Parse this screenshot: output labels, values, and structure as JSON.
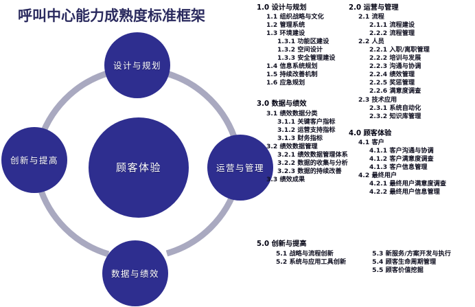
{
  "title": "呼叫中心能力成熟度标准框架",
  "colors": {
    "node_fill": "#2e2e8f",
    "ring": "#a9a9c0",
    "title_text": "#2a2a5e",
    "body_text": "#111122",
    "background": "#ffffff"
  },
  "diagram": {
    "center_node": {
      "label": "顾客体验"
    },
    "nodes": [
      {
        "id": "design",
        "label": "设计与规划"
      },
      {
        "id": "operations",
        "label": "运营与管理"
      },
      {
        "id": "data",
        "label": "数据与绩效"
      },
      {
        "id": "innovation",
        "label": "创新与提高"
      }
    ]
  },
  "outline": {
    "section1": {
      "heading": "1.0 设计与规划",
      "items": [
        {
          "level": 2,
          "text": "1.1 组织战略与文化"
        },
        {
          "level": 2,
          "text": "1.2 管理系统"
        },
        {
          "level": 2,
          "text": "1.3 环境建设"
        },
        {
          "level": 3,
          "text": "1.3.1 功能区建设"
        },
        {
          "level": 3,
          "text": "1.3.2 空间设计"
        },
        {
          "level": 3,
          "text": "1.3.3 安全管理建设"
        },
        {
          "level": 2,
          "text": "1.4 信息系统规划"
        },
        {
          "level": 2,
          "text": "1.5 持续改善机制"
        },
        {
          "level": 2,
          "text": "1.6 应急规划"
        }
      ]
    },
    "section3": {
      "heading": "3.0 数据与绩效",
      "items": [
        {
          "level": 2,
          "text": "3.1 绩效数据分类"
        },
        {
          "level": 3,
          "text": "3.1.1 关键客户指标"
        },
        {
          "level": 3,
          "text": "3.1.2 运营支持指标"
        },
        {
          "level": 3,
          "text": "3.1.3 财务指标"
        },
        {
          "level": 2,
          "text": "3.2 绩效数据管理"
        },
        {
          "level": 3,
          "text": "3.2.1 绩效数据管理体系"
        },
        {
          "level": 3,
          "text": "3.2.2 数据的收集与分析"
        },
        {
          "level": 3,
          "text": "3.2.3 数据的持续改善"
        },
        {
          "level": 2,
          "text": "3.3 绩效成果"
        }
      ]
    },
    "section2": {
      "heading": "2.0 运营与管理",
      "items": [
        {
          "level": 2,
          "text": "2.1 流程"
        },
        {
          "level": 3,
          "text": "2.1.1 流程建设"
        },
        {
          "level": 3,
          "text": "2.2.2 流程管理"
        },
        {
          "level": 2,
          "text": "2.2 人员"
        },
        {
          "level": 3,
          "text": "2.2.1 入职/离职管理"
        },
        {
          "level": 3,
          "text": "2.2.2 培训与发展"
        },
        {
          "level": 3,
          "text": "2.2.3 沟通与协调"
        },
        {
          "level": 3,
          "text": "2.2.4 绩效管理"
        },
        {
          "level": 3,
          "text": "2.2.5 奖惩管理"
        },
        {
          "level": 3,
          "text": "2.2.6 满意度调查"
        },
        {
          "level": 2,
          "text": "2.3 技术应用"
        },
        {
          "level": 3,
          "text": "2.3.1 系统自动化"
        },
        {
          "level": 3,
          "text": "2.3.2 知识库管理"
        }
      ]
    },
    "section4": {
      "heading": "4.0 顾客体验",
      "items": [
        {
          "level": 2,
          "text": "4.1 客户"
        },
        {
          "level": 3,
          "text": "4.1.1 客户沟通与协调"
        },
        {
          "level": 3,
          "text": "4.1.2 客户满意度调查"
        },
        {
          "level": 3,
          "text": "4.1.3 客户信息管理"
        },
        {
          "level": 2,
          "text": "4.2 最终用户"
        },
        {
          "level": 3,
          "text": "4.2.1 最终用户满意度调查"
        },
        {
          "level": 3,
          "text": "4.2.2 最终用户信息管理"
        }
      ]
    },
    "section5": {
      "heading": "5.0 创新与提高",
      "left_items": [
        {
          "level": 2,
          "text": "5.1 战略与流程创新"
        },
        {
          "level": 2,
          "text": "5.2 系统与应用工具创新"
        }
      ],
      "right_items": [
        {
          "level": 2,
          "text": "5.3 新服务/方案开发与执行"
        },
        {
          "level": 2,
          "text": "5.4 顾客生命周期管理"
        },
        {
          "level": 2,
          "text": "5.5 顾客价值挖掘"
        }
      ]
    }
  }
}
